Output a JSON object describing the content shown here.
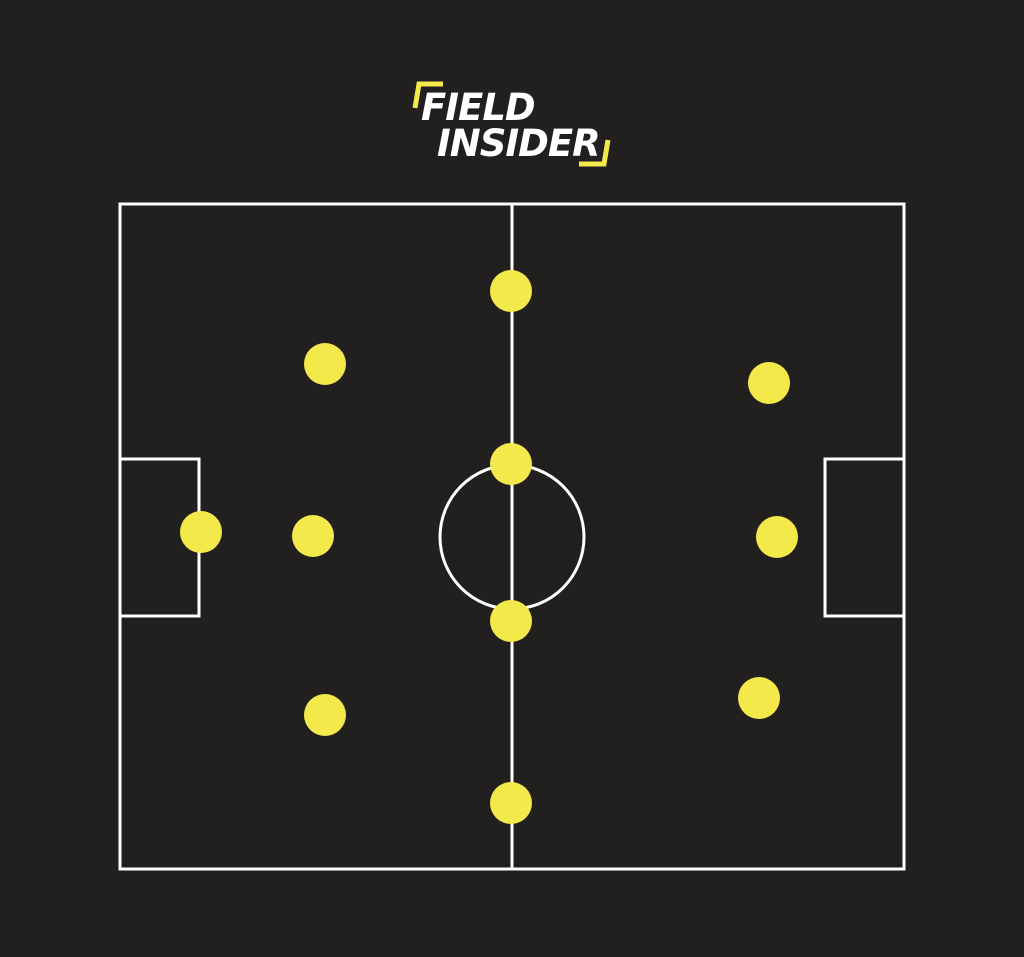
{
  "logo": {
    "line1": "FIELD",
    "line2": "INSIDER"
  },
  "colors": {
    "background": "#221f1f",
    "lines": "#ffffff",
    "player": "#f4e94b",
    "logo_text": "#ffffff",
    "logo_accent": "#f4e94b"
  },
  "formation": {
    "players": [
      {
        "role": "goalkeeper",
        "side": "left"
      },
      {
        "role": "defender",
        "side": "left"
      },
      {
        "role": "defender",
        "side": "left"
      },
      {
        "role": "defender",
        "side": "left"
      },
      {
        "role": "midfielder",
        "side": "center"
      },
      {
        "role": "midfielder",
        "side": "center"
      },
      {
        "role": "midfielder",
        "side": "center"
      },
      {
        "role": "midfielder",
        "side": "center"
      },
      {
        "role": "forward",
        "side": "right"
      },
      {
        "role": "forward",
        "side": "right"
      },
      {
        "role": "forward",
        "side": "right"
      }
    ]
  }
}
